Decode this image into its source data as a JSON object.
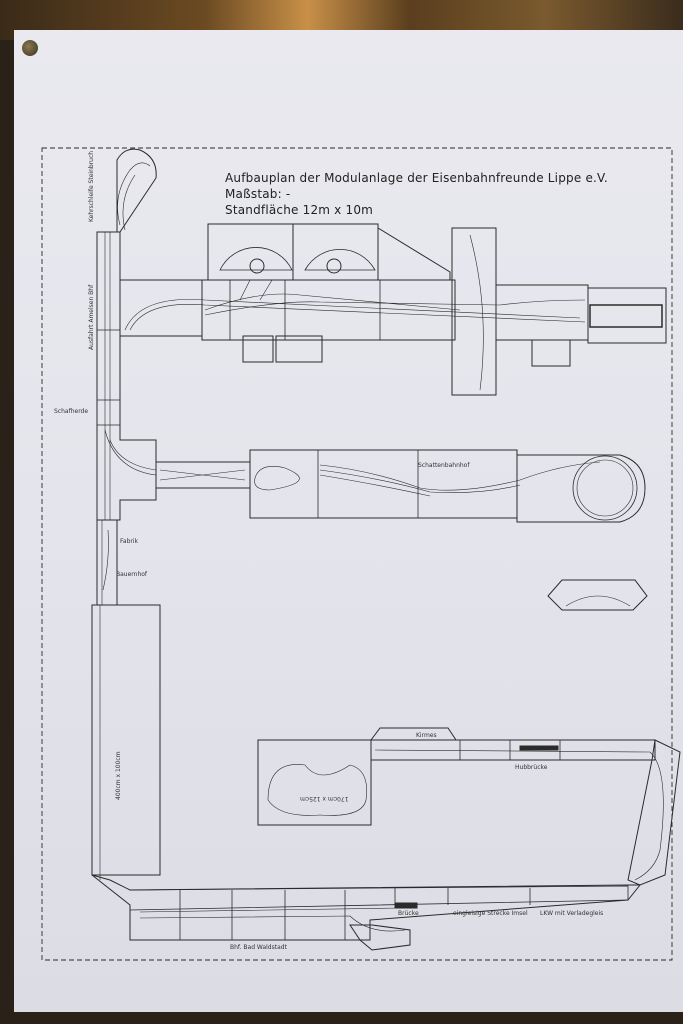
{
  "plan": {
    "title_line1": "Aufbauplan der Modulanlage der Eisenbahnfreunde Lippe e.V.",
    "title_line2": "Maßstab: -",
    "title_line3": "Standfläche 12m x 10m"
  },
  "labels": {
    "kehrschleife": "Kehrschleife Steinbruch",
    "ausfahrt": "Ausfahrt Amelsen Bhf",
    "schafherde": "Schafherde",
    "schattenbahnhof": "Schattenbahnhof",
    "fabrik": "Fabrik",
    "bauernhof": "Bauernhof",
    "module_400": "400cm x 100cm",
    "module_170": "170cm x 125cm",
    "kirmes": "Kirmes",
    "hubbruecke": "Hubbrücke",
    "bruecke": "Brücke",
    "eingleisige_strecke": "eingleisige Strecke Imsel",
    "lkw": "LKW mit Verladegleis",
    "bhf_bad": "Bhf. Bad Waldstadt"
  },
  "colors": {
    "paper": "#e6e6ee",
    "ink": "#2b2b2b"
  }
}
